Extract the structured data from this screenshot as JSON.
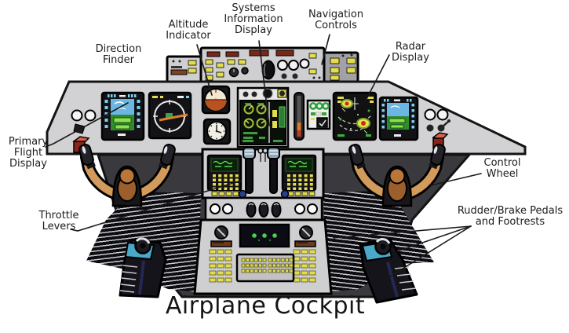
{
  "title": "Airplane Cockpit",
  "callouts": {
    "primary_flight_display": {
      "label": "Primary Flight Display"
    },
    "direction_finder": {
      "label": "Direction Finder"
    },
    "altitude_indicator": {
      "label": "Altitude Indicator"
    },
    "systems_information_display": {
      "label": "Systems Information Display"
    },
    "navigation_controls": {
      "label": "Navigation Controls"
    },
    "radar_display": {
      "label": "Radar Display"
    },
    "control_wheel": {
      "label": "Control Wheel"
    },
    "throttle_levers": {
      "label": "Throttle Levers"
    },
    "rudder_brake_pedals": {
      "label": "Rudder/Brake Pedals and Footrests"
    }
  },
  "colors": {
    "panel_gray": "#d2d2d4",
    "floor_dark": "#3a3a3e",
    "console_gray": "#cfcfd2",
    "screen_green": "#3fae3f",
    "sky_blue": "#6cb6e4",
    "yoke_tan": "#d29a5b",
    "button_yellow": "#e3dd4e",
    "pedal_teal": "#4aa8c8",
    "switch_red": "#c0392b",
    "ink": "#1a1a1a"
  }
}
